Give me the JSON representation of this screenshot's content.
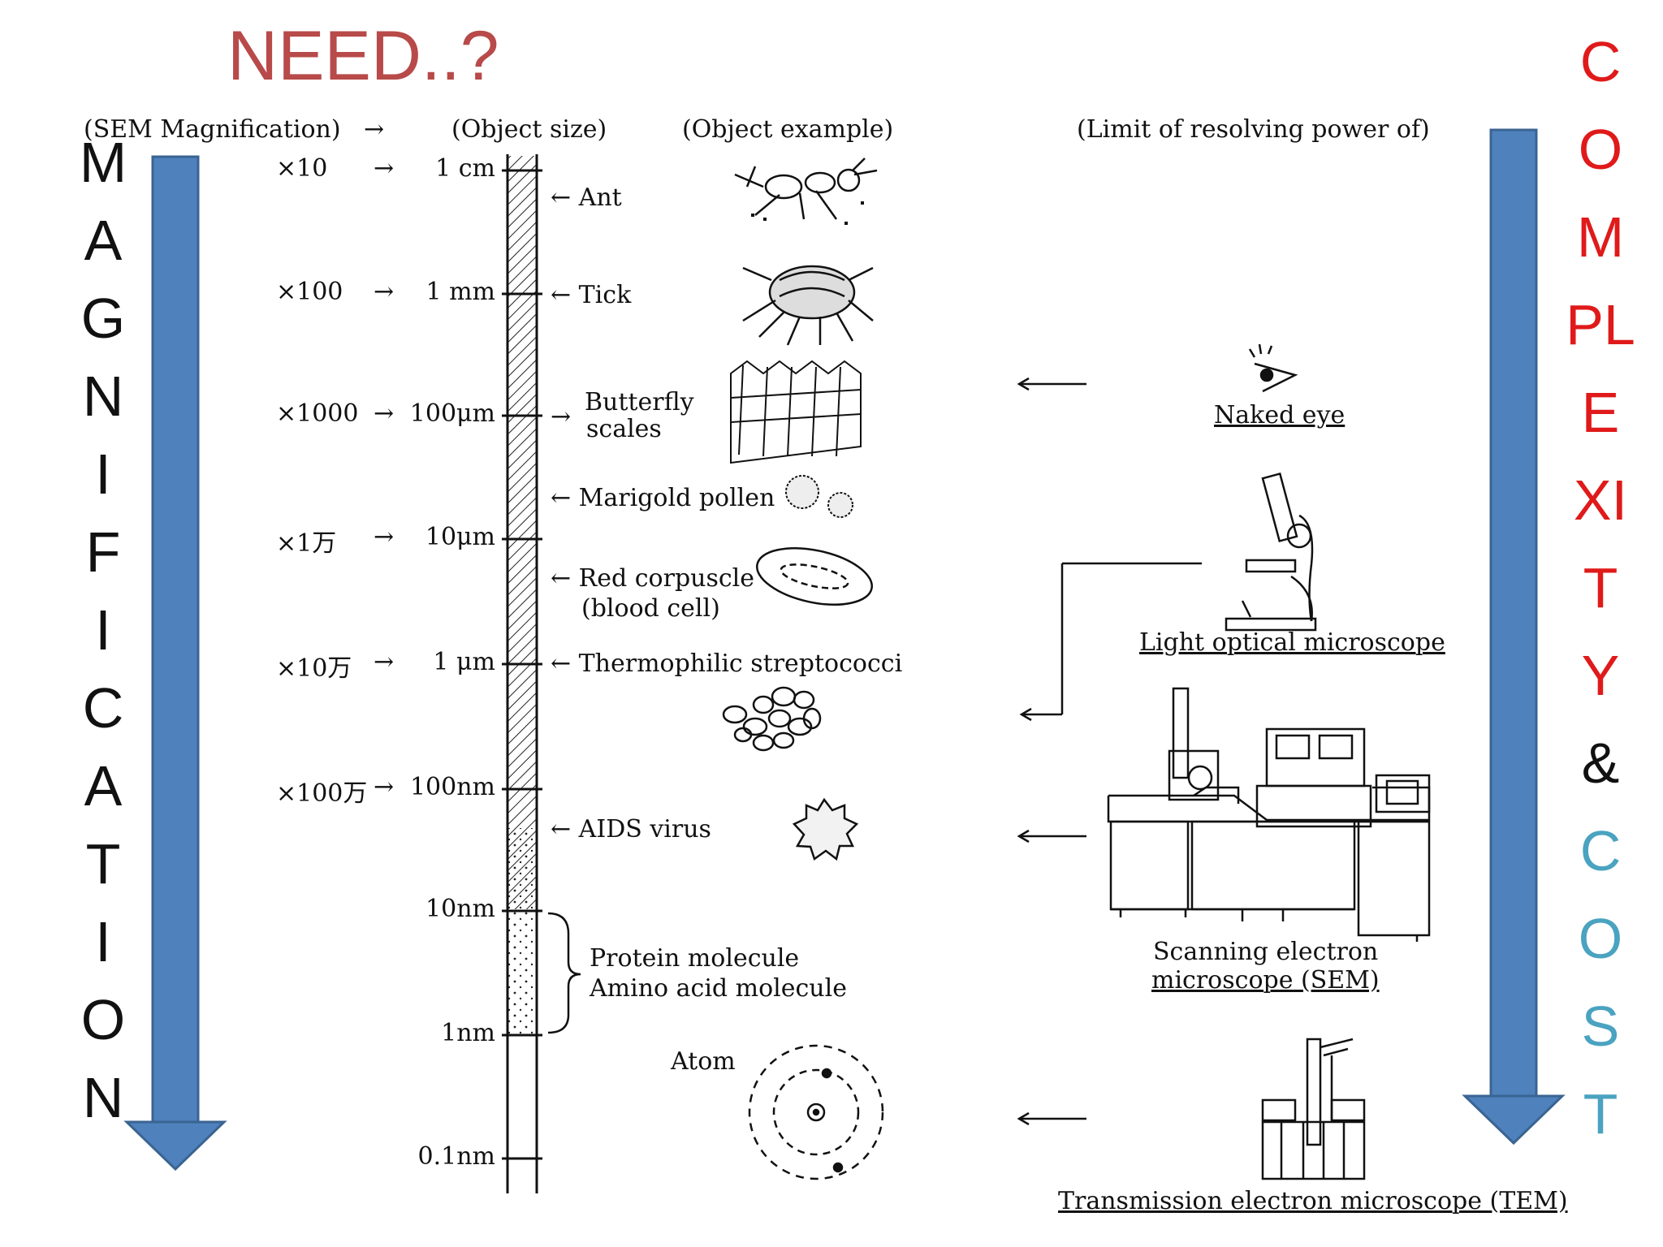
{
  "title": "NEED..?",
  "headers": {
    "sem_magnification": "(SEM Magnification)",
    "object_size": "(Object size)",
    "object_example": "(Object example)",
    "resolving_power": "(Limit of resolving power of)"
  },
  "arrow_glyph": "→",
  "scale": [
    {
      "mag": "×10",
      "size": "1 cm"
    },
    {
      "mag": "×100",
      "size": "1 mm"
    },
    {
      "mag": "×1000",
      "size": "100μm"
    },
    {
      "mag": "×1万",
      "size": "10μm"
    },
    {
      "mag": "×10万",
      "size": "1 μm"
    },
    {
      "mag": "×100万",
      "size": "100nm"
    },
    {
      "mag": "",
      "size": "10nm"
    },
    {
      "mag": "",
      "size": "1nm"
    },
    {
      "mag": "",
      "size": "0.1nm"
    }
  ],
  "examples": {
    "ant": "← Ant",
    "tick": "← Tick",
    "butterfly_1": "Butterfly",
    "butterfly_2": "scales",
    "marigold": "← Marigold pollen",
    "red_corpuscle_1": "← Red corpuscle",
    "red_corpuscle_2": "(blood cell)",
    "strepto": "← Thermophilic streptococci",
    "aids": "← AIDS virus",
    "protein": "Protein molecule",
    "amino": "Amino acid molecule",
    "atom": "Atom"
  },
  "resolvers": {
    "eye": "Naked eye",
    "light": "Light optical microscope",
    "sem_1": "Scanning electron",
    "sem_2": "microscope (SEM)",
    "tem": "Transmission electron microscope (TEM)"
  },
  "left_vertical": [
    "M",
    "A",
    "G",
    "N",
    "I",
    "F",
    "I",
    "C",
    "A",
    "T",
    "I",
    "O",
    "N"
  ],
  "right_vertical": [
    {
      "t": "C",
      "c": "#e01a1a"
    },
    {
      "t": "O",
      "c": "#e01a1a"
    },
    {
      "t": "M",
      "c": "#e01a1a"
    },
    {
      "t": "PL",
      "c": "#e01a1a"
    },
    {
      "t": "E",
      "c": "#e01a1a"
    },
    {
      "t": "XI",
      "c": "#e01a1a"
    },
    {
      "t": "T",
      "c": "#e01a1a"
    },
    {
      "t": "Y",
      "c": "#e01a1a"
    },
    {
      "t": "&",
      "c": "#111111"
    },
    {
      "t": "C",
      "c": "#4aa3c0"
    },
    {
      "t": "O",
      "c": "#4aa3c0"
    },
    {
      "t": "S",
      "c": "#4aa3c0"
    },
    {
      "t": "T",
      "c": "#4aa3c0"
    }
  ],
  "colors": {
    "arrow": "#4f81bd",
    "arrow_border": "#3a6491",
    "need": "#b84a4a",
    "complexity": "#e01a1a",
    "cost": "#4aa3c0"
  }
}
